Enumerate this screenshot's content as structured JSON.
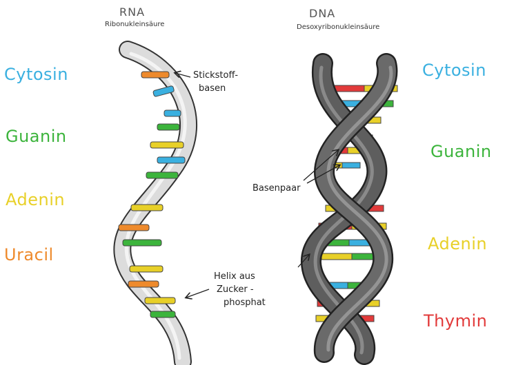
{
  "rna": {
    "title": "RNA",
    "subtitle": "Ribonukleinsäure",
    "bases": [
      {
        "label": "Cytosin",
        "color": "#3ab0e0"
      },
      {
        "label": "Guanin",
        "color": "#3cb43c"
      },
      {
        "label": "Adenin",
        "color": "#e8d028"
      },
      {
        "label": "Uracil",
        "color": "#ee8a2c"
      }
    ]
  },
  "dna": {
    "title": "DNA",
    "subtitle": "Desoxyribonukleinsäure",
    "bases": [
      {
        "label": "Cytosin",
        "color": "#3ab0e0"
      },
      {
        "label": "Guanin",
        "color": "#3cb43c"
      },
      {
        "label": "Adenin",
        "color": "#e8d028"
      },
      {
        "label": "Thymin",
        "color": "#e23a3a"
      }
    ]
  },
  "annotations": {
    "stickstoff_line1": "Stickstoff-",
    "stickstoff_line2": "basen",
    "basenpaar": "Basenpaar",
    "helix_line1": "Helix aus",
    "helix_line2": "Zucker -",
    "helix_line3": "phosphat"
  },
  "colors": {
    "rna_strand": "#dcdcdc",
    "dna_strand": "#5e5e5e",
    "outline": "#333333"
  }
}
